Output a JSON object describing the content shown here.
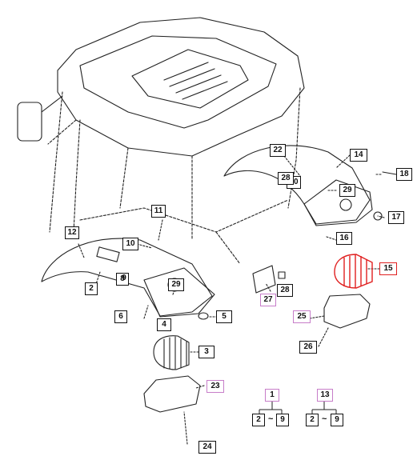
{
  "callouts": {
    "c1": "1",
    "c2": "2",
    "c3": "3",
    "c4": "4",
    "c5": "5",
    "c6": "6",
    "c8": "8",
    "c9": "9",
    "c10": "10",
    "c11": "11",
    "c12": "12",
    "c13": "13",
    "c14": "14",
    "c15": "15",
    "c16": "16",
    "c17": "17",
    "c18": "18",
    "c20": "20",
    "c22": "22",
    "c23": "23",
    "c24": "24",
    "c25": "25",
    "c26": "26",
    "c27": "27",
    "c28a": "28",
    "c28b": "28",
    "c29a": "29",
    "c29b": "29",
    "legend1_from": "2",
    "legend1_to": "9",
    "legend13_from": "2",
    "legend13_to": "9",
    "tilde": "~"
  },
  "colors": {
    "line": "#222222",
    "highlight": "#e02020",
    "pink_box": "#c77dc9"
  }
}
